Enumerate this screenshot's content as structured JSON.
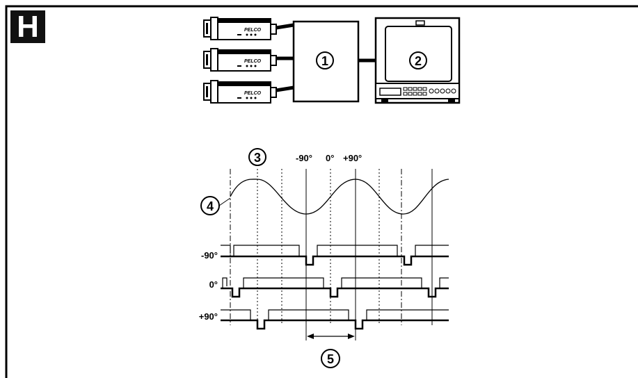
{
  "figure": {
    "letter": "H",
    "camera_brand": "PELCO",
    "callouts": {
      "dvr": "1",
      "monitor": "2",
      "sync_reference": "3",
      "ac_waveform": "4",
      "phase_span": "5"
    },
    "phase_labels": {
      "minus_90": "-90°",
      "zero": "0°",
      "plus_90": "+90°"
    },
    "signal_rows": [
      "-90°",
      "0°",
      "+90°"
    ]
  }
}
